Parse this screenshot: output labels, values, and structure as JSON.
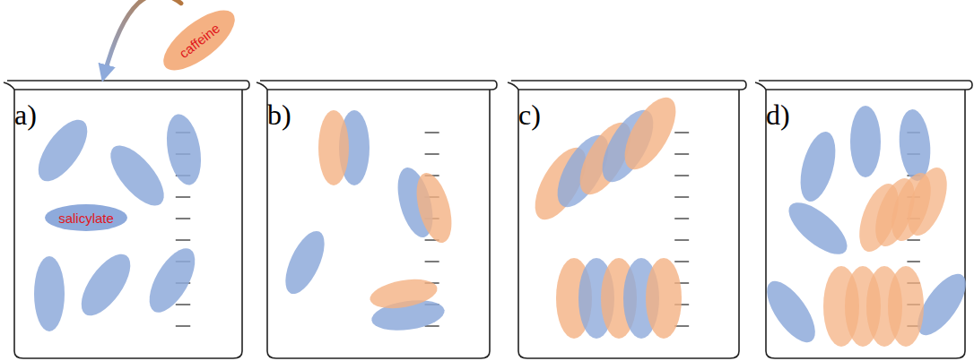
{
  "diagram": {
    "nodes": [
      {
        "text": [
          "caffeine"
        ]
      },
      {
        "text": [
          "a)"
        ]
      },
      {
        "text": [
          "salicylate"
        ],
        "in": 1
      },
      {
        "text": [
          "b)"
        ]
      },
      {
        "text": [
          "c)"
        ]
      },
      {
        "text": [
          "d)"
        ]
      }
    ],
    "edges": [
      {
        "from": 0,
        "to": 1,
        "arrow": "to"
      }
    ]
  }
}
